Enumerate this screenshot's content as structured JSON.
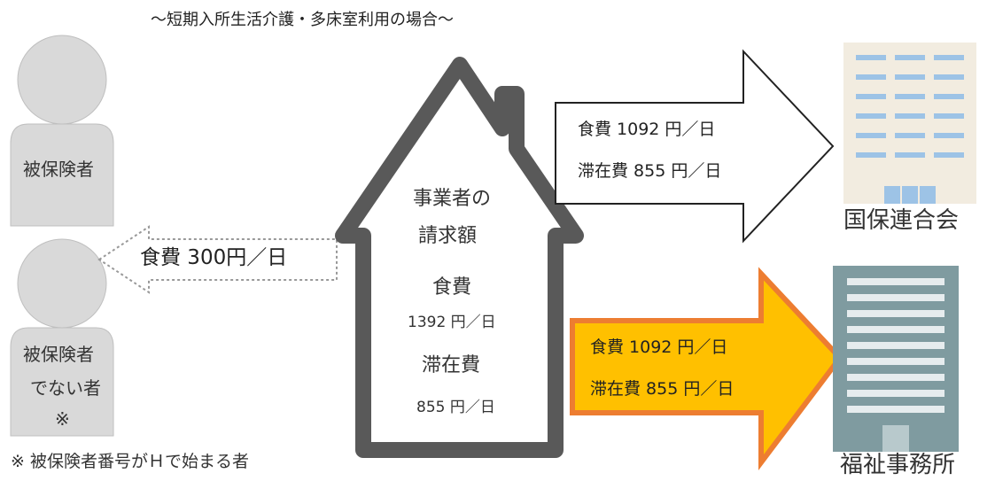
{
  "title": "～短期入所生活介護・多床室利用の場合～",
  "insured": {
    "label": "被保険者"
  },
  "non_insured": {
    "line1": "被保険者",
    "line2": "でない者",
    "line3": "※"
  },
  "refund_arrow": {
    "label": "食費 300円／日"
  },
  "house": {
    "heading_line1": "事業者の",
    "heading_line2": "請求額",
    "food_label": "食費",
    "food_amount": "1392 円／日",
    "stay_label": "滞在費",
    "stay_amount": "855 円／日"
  },
  "upper_arrow": {
    "food": "食費 1092 円／日",
    "stay": "滞在費  855 円／日"
  },
  "lower_arrow": {
    "food": "食費 1092 円／日",
    "stay": "滞在費  855 円／日"
  },
  "kokuho": {
    "label": "国保連合会"
  },
  "welfare": {
    "label": "福祉事務所"
  },
  "footnote": "※ 被保険者番号がＨで始まる者",
  "colors": {
    "person_fill": "#d9d9d9",
    "house_outline": "#595959",
    "orange_arrow": "#ffc000",
    "orange_border": "#ed7d31",
    "building_beige": "#f2ece0",
    "building_blue": "#9dc3e6",
    "building_gray": "#7f9ba0"
  }
}
